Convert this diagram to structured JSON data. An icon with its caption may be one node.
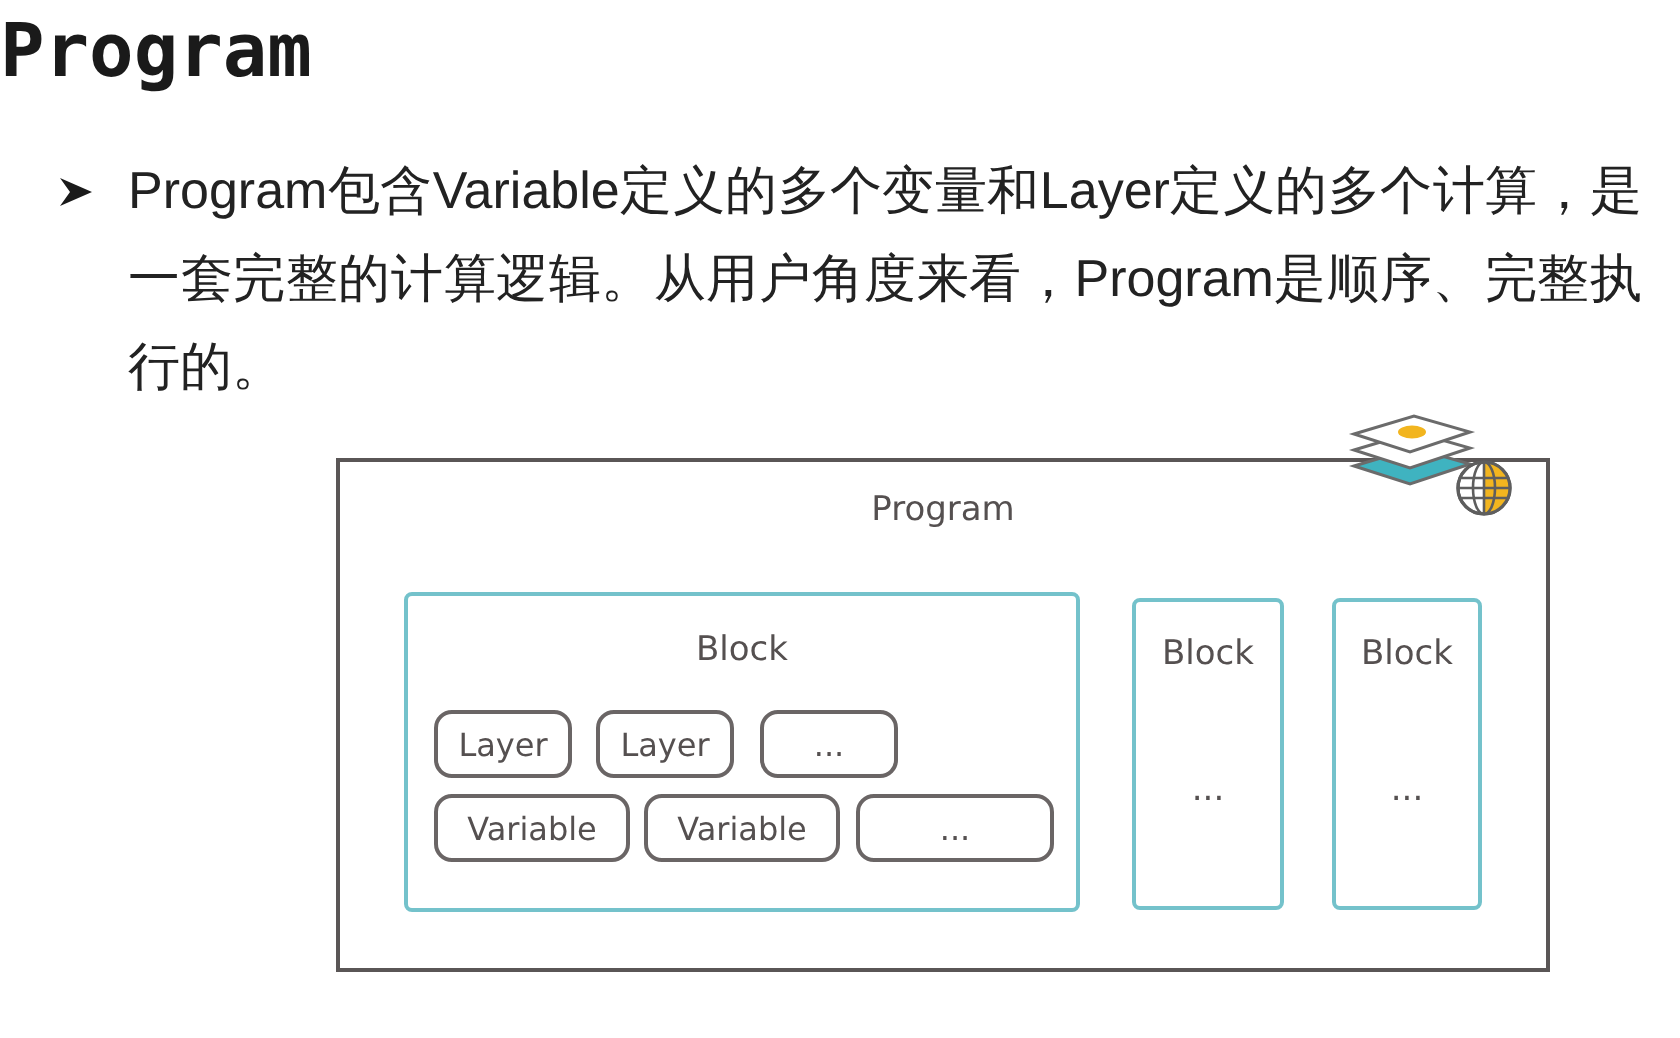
{
  "diagram": {
    "title": "Program",
    "nodes": [
      {
        "text": [
          "Program"
        ]
      },
      {
        "text": [
          "Block"
        ],
        "in": 0
      },
      {
        "text": [
          "Layer"
        ],
        "in": 1
      },
      {
        "text": [
          "Layer"
        ],
        "in": 1
      },
      {
        "text": [
          "..."
        ],
        "in": 1
      },
      {
        "text": [
          "Variable"
        ],
        "in": 1
      },
      {
        "text": [
          "Variable"
        ],
        "in": 1
      },
      {
        "text": [
          "..."
        ],
        "in": 1
      },
      {
        "text": [
          "Block",
          "..."
        ],
        "in": 0
      },
      {
        "text": [
          "Block",
          "..."
        ],
        "in": 0
      }
    ],
    "labels": [
      "Program包含Variable定义的多个变量和Layer定义的多个计算，是一套完整的计算逻辑。从用户角度来看，Program是顺序、完整执行的。"
    ]
  }
}
